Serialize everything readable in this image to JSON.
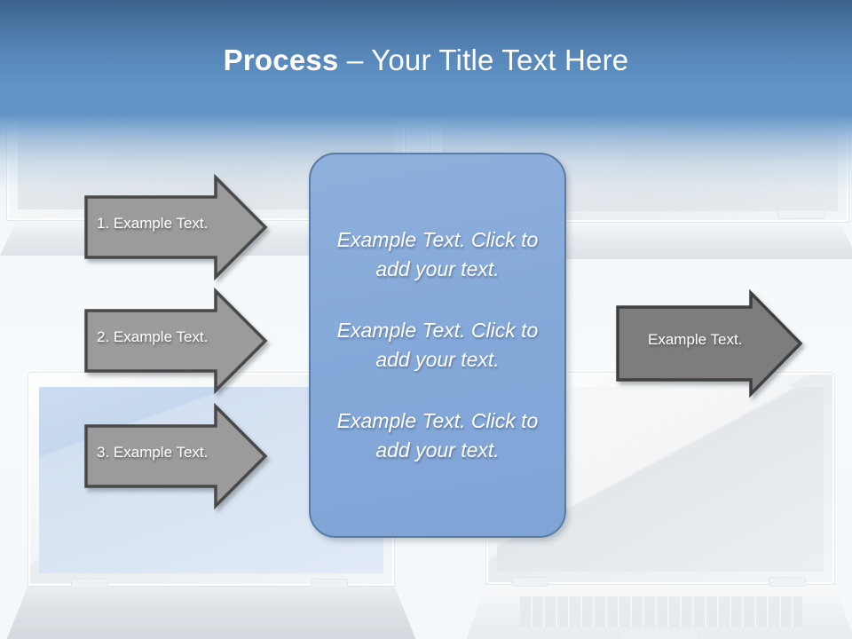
{
  "slide": {
    "title_bold": "Process",
    "title_rest": " – Your Title Text Here",
    "accent_blue": "#5888ba",
    "box_blue": "#85a9d9",
    "box_border": "#5a7ba3",
    "arrow_gray_light": "#9b9b9b",
    "arrow_gray_dark": "#7d7d7d",
    "arrow_outline": "#4a4a4a",
    "text_white": "#ffffff"
  },
  "input_arrows": [
    {
      "label": "1. Example Text."
    },
    {
      "label": "2. Example Text."
    },
    {
      "label": "3. Example Text."
    }
  ],
  "center_box": {
    "paragraphs": [
      "Example Text. Click  to add your text.",
      "Example Text. Click  to add your text.",
      "Example Text. Click  to add your text."
    ]
  },
  "output_arrow": {
    "label": "Example Text."
  },
  "background": {
    "laptops": [
      {
        "name": "top-left"
      },
      {
        "name": "top-right"
      },
      {
        "name": "bottom-left"
      },
      {
        "name": "bottom-right"
      }
    ]
  }
}
